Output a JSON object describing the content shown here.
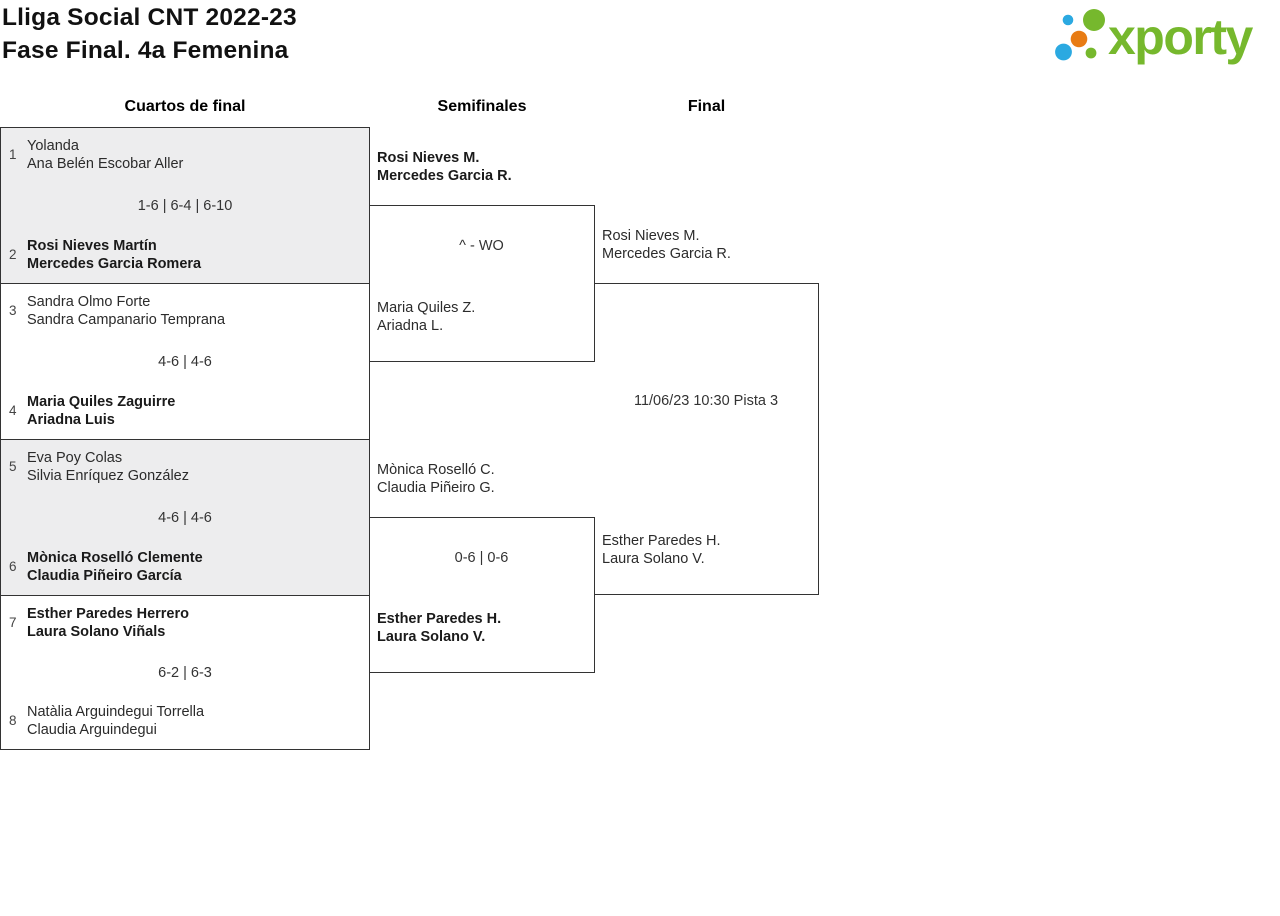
{
  "page": {
    "title_line1": "Lliga Social CNT 2022-23",
    "title_line2": "Fase Final. 4a Femenina"
  },
  "logo": {
    "text": "xporty",
    "green": "#76b82d",
    "blue": "#2ba9e1",
    "orange": "#e87c14"
  },
  "round_headers": {
    "quarterfinals": "Cuartos de final",
    "semifinals": "Semifinales",
    "final": "Final"
  },
  "matches": {
    "qf": [
      {
        "seed_top": "1",
        "top_line1": "Yolanda",
        "top_line2": "Ana Belén Escobar Aller",
        "score": "1-6 | 6-4 | 6-10",
        "seed_bottom": "2",
        "bottom_line1": "Rosi Nieves Martín",
        "bottom_line2": "Mercedes Garcia Romera",
        "winner": "bottom"
      },
      {
        "seed_top": "3",
        "top_line1": "Sandra Olmo Forte",
        "top_line2": "Sandra Campanario Temprana",
        "score": "4-6 | 4-6",
        "seed_bottom": "4",
        "bottom_line1": "Maria Quiles Zaguirre",
        "bottom_line2": "Ariadna Luis",
        "winner": "bottom"
      },
      {
        "seed_top": "5",
        "top_line1": "Eva Poy Colas",
        "top_line2": "Silvia Enríquez González",
        "score": "4-6 | 4-6",
        "seed_bottom": "6",
        "bottom_line1": "Mònica Roselló Clemente",
        "bottom_line2": "Claudia Piñeiro García",
        "winner": "bottom"
      },
      {
        "seed_top": "7",
        "top_line1": "Esther Paredes Herrero",
        "top_line2": "Laura Solano Viñals",
        "score": "6-2 | 6-3",
        "seed_bottom": "8",
        "bottom_line1": "Natàlia Arguindegui Torrella",
        "bottom_line2": "Claudia Arguindegui",
        "winner": "top"
      }
    ],
    "sf": [
      {
        "top_line1": "Rosi Nieves M.",
        "top_line2": "Mercedes Garcia R.",
        "score": "^ - WO",
        "bottom_line1": "Maria Quiles Z.",
        "bottom_line2": "Ariadna L.",
        "winner": "top"
      },
      {
        "top_line1": "Mònica Roselló C.",
        "top_line2": "Claudia Piñeiro G.",
        "score": "0-6 | 0-6",
        "bottom_line1": "Esther Paredes H.",
        "bottom_line2": "Laura Solano V.",
        "winner": "bottom"
      }
    ],
    "final": {
      "top_line1": "Rosi Nieves M.",
      "top_line2": "Mercedes Garcia R.",
      "schedule": "11/06/23 10:30 Pista 3",
      "bottom_line1": "Esther Paredes H.",
      "bottom_line2": "Laura Solano V.",
      "winner": ""
    }
  }
}
